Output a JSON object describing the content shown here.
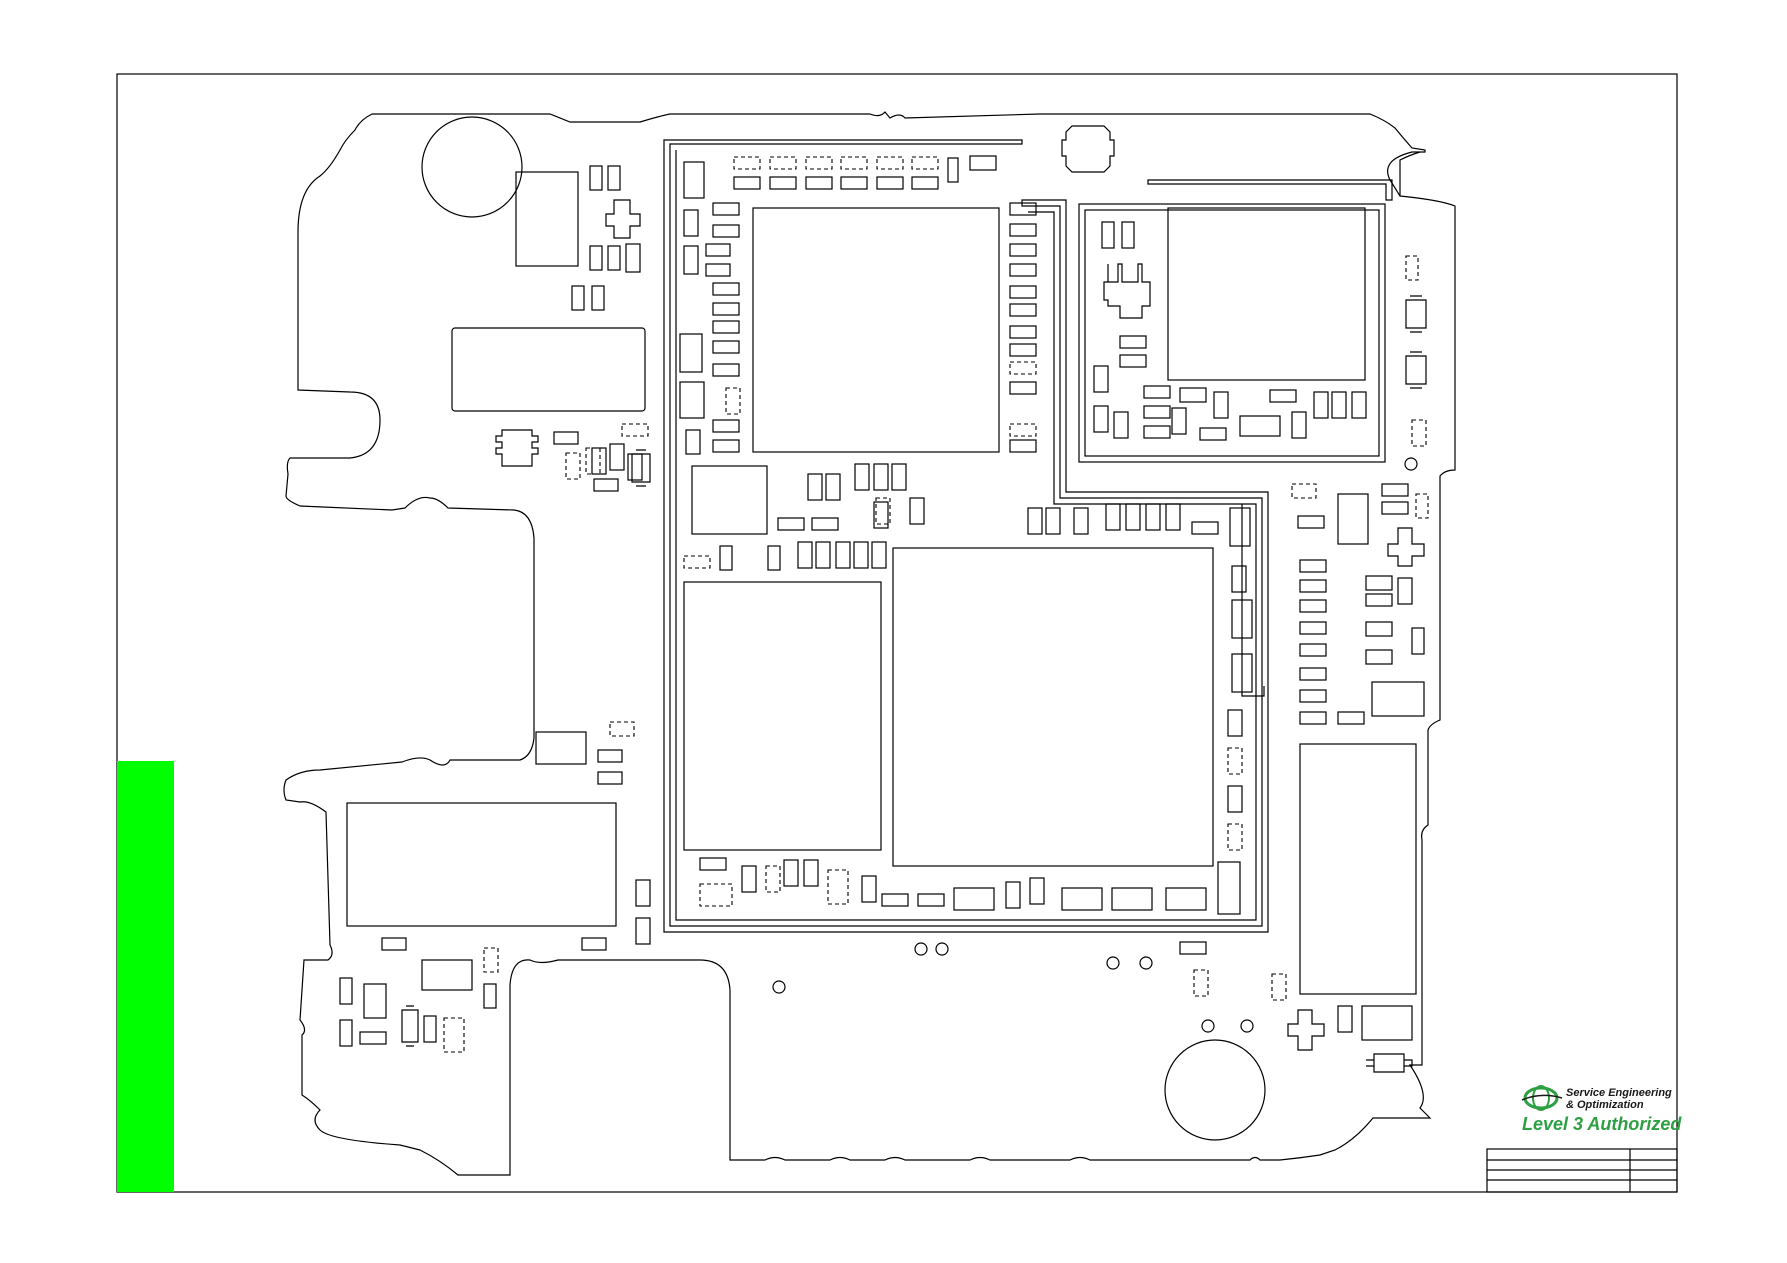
{
  "drawing": {
    "frame_color": "#000000",
    "side_bar_color": "#00ff00"
  },
  "logo": {
    "line1": "Service Engineering",
    "line2": "& Optimization",
    "line3": "Level 3 Authorized",
    "text_color": "#1a1a1a",
    "accent_color": "#2ea043",
    "icon": "globe-ring-icon"
  },
  "title_block": {
    "rows": 4,
    "columns": 2
  }
}
